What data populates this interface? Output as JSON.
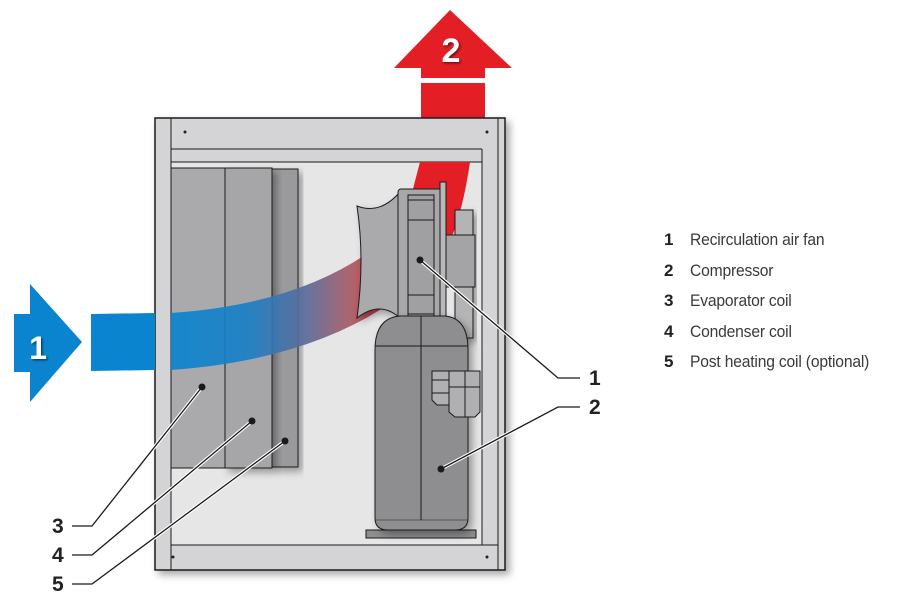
{
  "title": "Dehumidifier unit components",
  "arrows": {
    "inlet": {
      "number": "1",
      "color": "#0a84cf",
      "meaning": "air inlet"
    },
    "outlet": {
      "number": "2",
      "color": "#e31e24",
      "meaning": "air outlet"
    }
  },
  "callouts": [
    {
      "number": "1",
      "target": "fan"
    },
    {
      "number": "2",
      "target": "compressor"
    },
    {
      "number": "3",
      "target": "evaporator-coil"
    },
    {
      "number": "4",
      "target": "condenser-coil"
    },
    {
      "number": "5",
      "target": "post-heating-coil"
    }
  ],
  "legend": [
    {
      "number": "1",
      "label": "Recirculation air fan"
    },
    {
      "number": "2",
      "label": "Compressor"
    },
    {
      "number": "3",
      "label": "Evaporator coil"
    },
    {
      "number": "4",
      "label": "Condenser coil"
    },
    {
      "number": "5",
      "label": "Post heating coil (optional)"
    }
  ],
  "colors": {
    "cabinet": "#d4d4d6",
    "interior": "#e6e6e7",
    "coil": "#a8a8ab",
    "compressor": "#8e8e91",
    "outline": "#1a1a1a"
  }
}
